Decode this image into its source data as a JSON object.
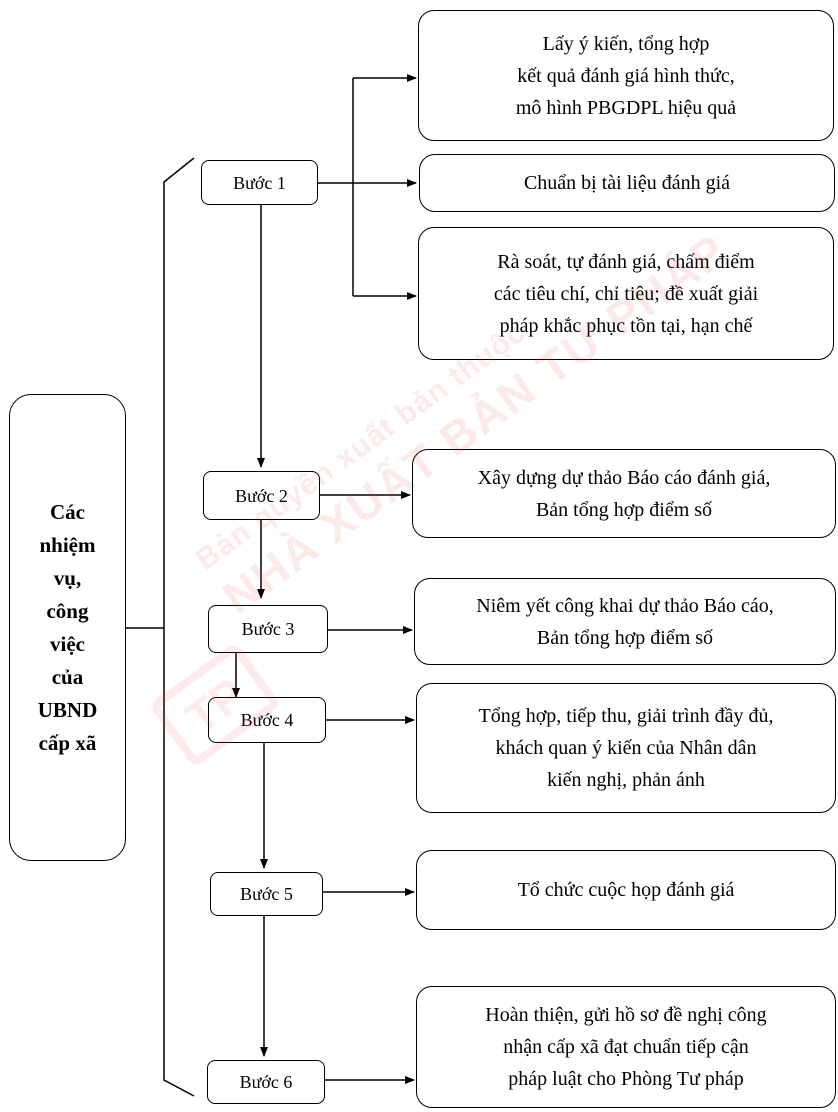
{
  "main_box": {
    "label": "Các\nnhiệm\nvụ,\ncông\nviệc\ncủa\nUBND\ncấp xã"
  },
  "steps": [
    {
      "label": "Bước 1"
    },
    {
      "label": "Bước 2"
    },
    {
      "label": "Bước 3"
    },
    {
      "label": "Bước 4"
    },
    {
      "label": "Bước 5"
    },
    {
      "label": "Bước 6"
    }
  ],
  "tasks": [
    {
      "text": "Lấy ý kiến, tổng hợp\nkết quả đánh giá hình thức,\nmô hình PBGDPL hiệu quả"
    },
    {
      "text": "Chuẩn bị tài liệu đánh giá"
    },
    {
      "text": "Rà soát, tự đánh giá, chấm điểm\ncác tiêu chí, chỉ tiêu; đề xuất giải\npháp khắc phục tồn tại, hạn chế"
    },
    {
      "text": "Xây dựng dự thảo Báo cáo đánh giá,\nBản tổng hợp điểm số"
    },
    {
      "text": "Niêm yết công khai dự thảo Báo cáo,\nBản tổng hợp điểm số"
    },
    {
      "text": "Tổng hợp, tiếp thu, giải trình đầy đủ,\nkhách quan ý kiến của Nhân dân\nkiến nghị, phản ánh"
    },
    {
      "text": "Tổ chức cuộc họp đánh giá"
    },
    {
      "text": "Hoàn thiện, gửi hồ sơ đề nghị công\nnhận cấp xã đạt chuẩn tiếp cận\npháp luật cho Phòng Tư pháp"
    }
  ],
  "watermark": {
    "line1": "Bản quyền xuất bản thuộc",
    "line2": "NHÀ XUẤT BẢN TƯ PHÁP",
    "logo_letters": "TP",
    "color": "#e34a3c"
  }
}
